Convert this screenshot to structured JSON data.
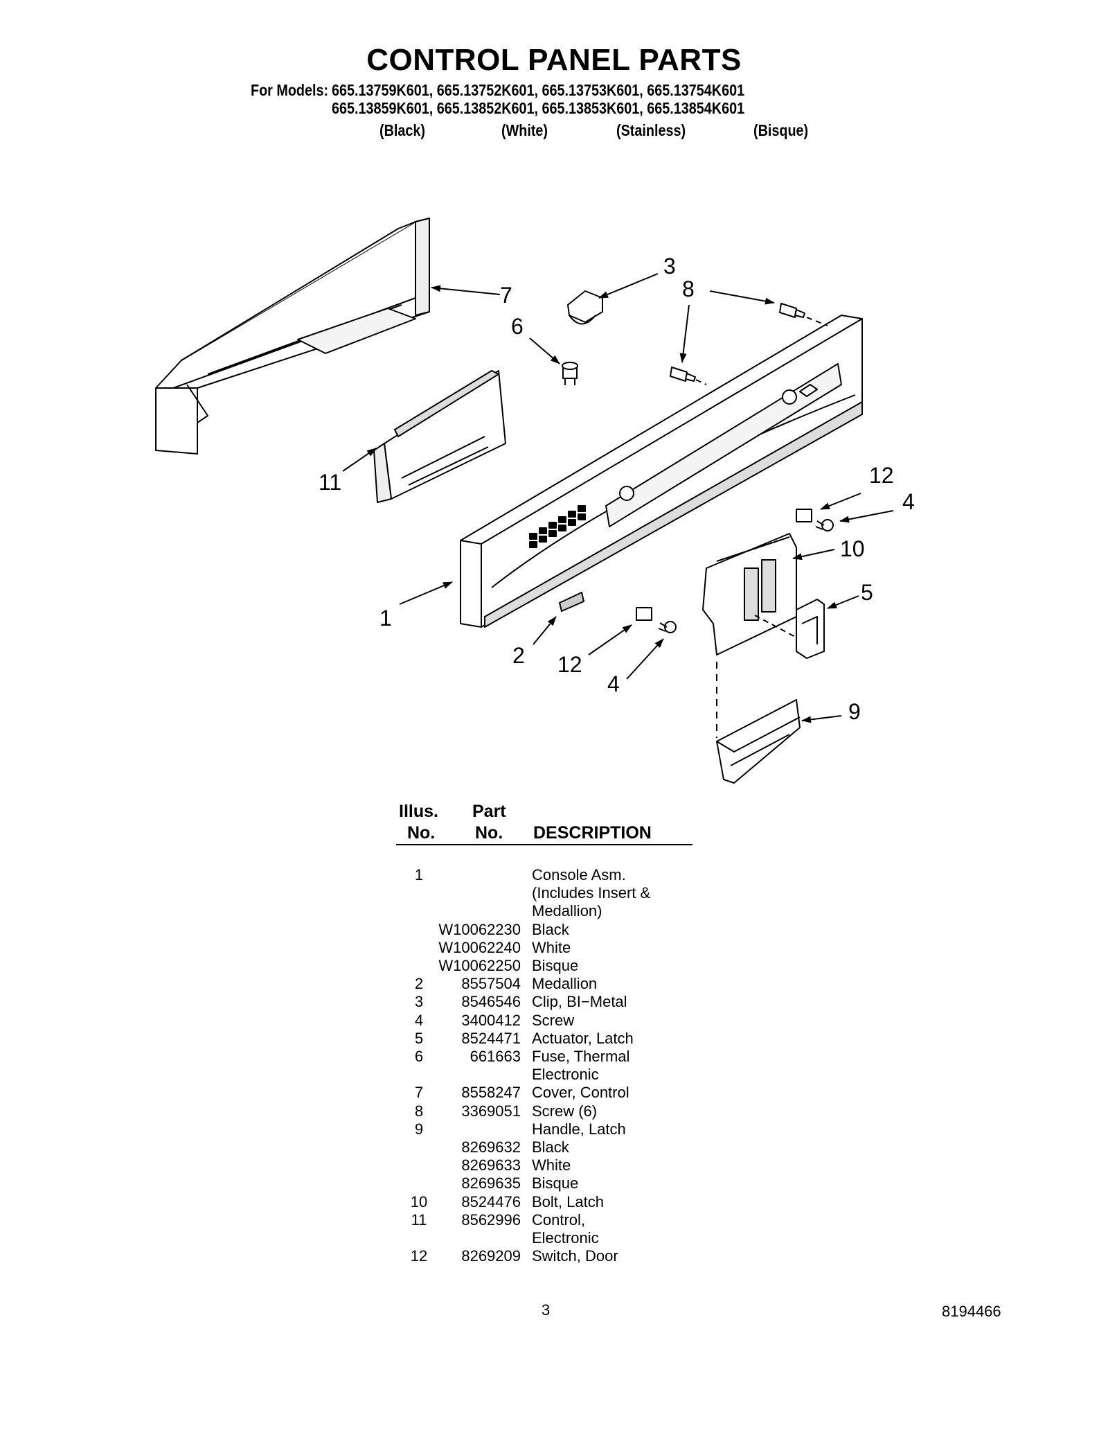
{
  "header": {
    "title": "CONTROL PANEL PARTS",
    "models_label": "For Models:",
    "models_line1": "665.13759K601, 665.13752K601, 665.13753K601, 665.13754K601",
    "models_line2": "665.13859K601, 665.13852K601, 665.13853K601, 665.13854K601",
    "colors": [
      "(Black)",
      "(White)",
      "(Stainless)",
      "(Bisque)"
    ]
  },
  "diagram": {
    "callouts": [
      "1",
      "2",
      "3",
      "4",
      "4",
      "5",
      "6",
      "7",
      "8",
      "9",
      "10",
      "11",
      "12",
      "12"
    ]
  },
  "table": {
    "headers": {
      "illus_top": "Illus.",
      "illus_bottom": "No.",
      "part_top": "Part",
      "part_bottom": "No.",
      "description": "DESCRIPTION"
    },
    "rows": [
      {
        "illus": "1",
        "part": "",
        "desc": "Console Asm."
      },
      {
        "illus": "",
        "part": "",
        "desc": "(Includes Insert &"
      },
      {
        "illus": "",
        "part": "",
        "desc": "Medallion)"
      },
      {
        "illus": "",
        "part": "W10062230",
        "desc": "Black"
      },
      {
        "illus": "",
        "part": "W10062240",
        "desc": "White"
      },
      {
        "illus": "",
        "part": "W10062250",
        "desc": "Bisque"
      },
      {
        "illus": "2",
        "part": "8557504",
        "desc": "Medallion"
      },
      {
        "illus": "3",
        "part": "8546546",
        "desc": "Clip, BI−Metal"
      },
      {
        "illus": "4",
        "part": "3400412",
        "desc": "Screw"
      },
      {
        "illus": "5",
        "part": "8524471",
        "desc": "Actuator, Latch"
      },
      {
        "illus": "6",
        "part": "661663",
        "desc": "Fuse, Thermal"
      },
      {
        "illus": "",
        "part": "",
        "desc": "Electronic"
      },
      {
        "illus": "7",
        "part": "8558247",
        "desc": "Cover, Control"
      },
      {
        "illus": "8",
        "part": "3369051",
        "desc": "Screw (6)"
      },
      {
        "illus": "9",
        "part": "",
        "desc": "Handle, Latch"
      },
      {
        "illus": "",
        "part": "8269632",
        "desc": "Black"
      },
      {
        "illus": "",
        "part": "8269633",
        "desc": "White"
      },
      {
        "illus": "",
        "part": "8269635",
        "desc": "Bisque"
      },
      {
        "illus": "10",
        "part": "8524476",
        "desc": "Bolt, Latch"
      },
      {
        "illus": "11",
        "part": "8562996",
        "desc": "Control,"
      },
      {
        "illus": "",
        "part": "",
        "desc": "Electronic"
      },
      {
        "illus": "12",
        "part": "8269209",
        "desc": "Switch, Door"
      }
    ]
  },
  "footer": {
    "page_number": "3",
    "doc_number": "8194466"
  }
}
